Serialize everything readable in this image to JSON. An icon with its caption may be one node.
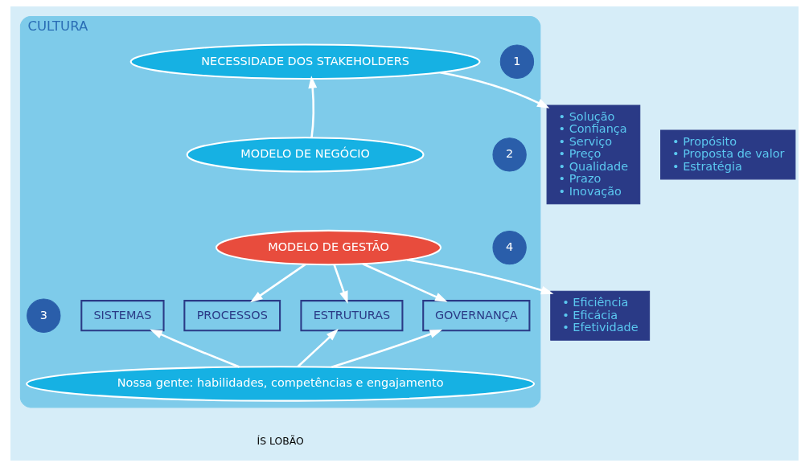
{
  "diagram": {
    "nodes": [
      {
        "text": [
          "CULTURA"
        ]
      },
      {
        "text": [
          "1"
        ],
        "in": 0
      },
      {
        "text": [
          "NECESSIDADE DOS STAKEHOLDERS"
        ],
        "in": 0
      },
      {
        "text": [
          "MODELO DE NEGÓCIO"
        ],
        "in": 0
      },
      {
        "text": [
          "2"
        ],
        "in": 0
      },
      {
        "text": [
          "• Propósito",
          "• Proposta de valor",
          "• Estratégia"
        ]
      },
      {
        "text": [
          "4"
        ],
        "in": 0
      },
      {
        "text": [
          "MODELO DE GESTÃO"
        ],
        "in": 0
      },
      {
        "text": [
          "GOVERNANÇA"
        ],
        "in": 0
      },
      {
        "text": [
          "PROCESSOS"
        ],
        "in": 0
      },
      {
        "text": [
          "SISTEMAS"
        ],
        "in": 0
      },
      {
        "text": [
          "ESTRUTURAS"
        ],
        "in": 0
      },
      {
        "text": [
          "3"
        ],
        "in": 0
      },
      {
        "text": [
          "Nossa gente: habilidades, competências e engajamento"
        ],
        "in": 0
      },
      {
        "text": [
          "• Solução",
          "• Confiança",
          "• Serviço",
          "• Preço",
          "• Qualidade",
          "• Prazo",
          "• Inovação"
        ]
      },
      {
        "text": [
          "• Eficiência",
          "• Eficácia",
          "• Efetividade"
        ]
      }
    ],
    "edges": [
      {
        "from": 3,
        "to": 2,
        "arrow": "to",
        "color": "#ffffff"
      },
      {
        "from": 2,
        "to": 14,
        "arrow": "to",
        "color": "#ffffff"
      },
      {
        "from": 7,
        "to": 15,
        "arrow": "to",
        "color": "#ffffff"
      },
      {
        "from": 7,
        "to": 8,
        "arrow": "to",
        "color": "#ffffff"
      },
      {
        "from": 7,
        "to": 9,
        "arrow": "to",
        "color": "#ffffff"
      },
      {
        "from": 7,
        "to": 11,
        "arrow": "to",
        "color": "#ffffff"
      },
      {
        "from": 13,
        "to": 8,
        "arrow": "to",
        "color": "#ffffff"
      },
      {
        "from": 13,
        "to": 10,
        "arrow": "to",
        "color": "#ffffff"
      },
      {
        "from": 13,
        "to": 11,
        "arrow": "to",
        "color": "#ffffff"
      }
    ],
    "labels": [
      "ÍS LOBÃO"
    ]
  }
}
